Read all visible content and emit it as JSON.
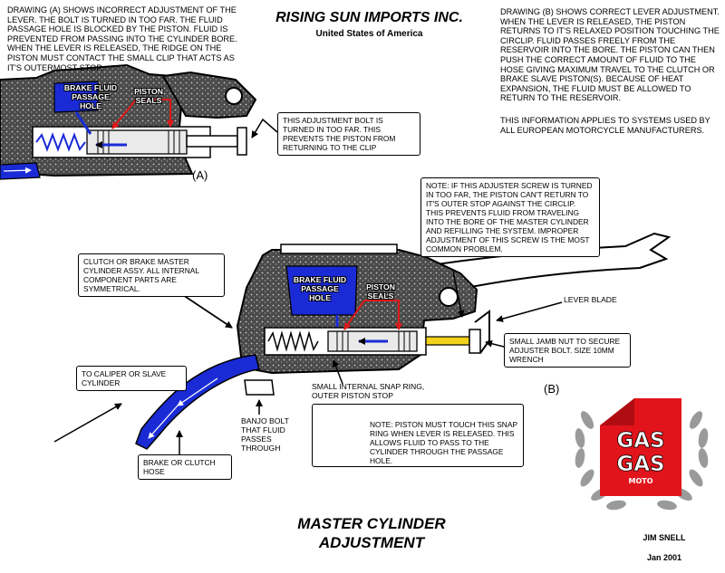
{
  "header": {
    "company": "RISING SUN IMPORTS INC.",
    "country": "United States of America"
  },
  "drawing_a": {
    "description": "DRAWING (A) SHOWS INCORRECT ADJUSTMENT OF THE LEVER.  THE BOLT IS TURNED IN TOO FAR. THE FLUID PASSAGE HOLE IS BLOCKED BY THE PISTON. FLUID IS PREVENTED FROM PASSING INTO THE CYLINDER BORE. WHEN THE LEVER IS RELEASED, THE RIDGE ON THE PISTON MUST CONTACT THE SMALL CLIP THAT ACTS AS IT'S OUTERMOST STOP.",
    "label": "(A)",
    "passage_hole_label": "BRAKE FLUID\nPASSAGE\nHOLE",
    "piston_seals_label": "PISTON\nSEALS",
    "bolt_note": "THIS ADJUSTMENT BOLT IS TURNED IN TOO FAR. THIS PREVENTS THE PISTON FROM RETURNING TO THE CLIP"
  },
  "drawing_b": {
    "description": "DRAWING (B) SHOWS CORRECT LEVER ADJUSTMENT. WHEN THE LEVER IS RELEASED, THE PISTON RETURNS TO IT'S RELAXED POSITION TOUCHING THE CIRCLIP. FLUID PASSES FREELY FROM THE RESERVOIR INTO THE BORE. THE PISTON CAN THEN PUSH THE CORRECT AMOUNT OF FLUID TO THE HOSE GIVING MAXIMUM TRAVEL TO THE CLUTCH OR BRAKE SLAVE PISTON(S). BECAUSE OF HEAT EXPANSION, THE FLUID MUST BE ALLOWED TO RETURN TO THE RESERVOIR.",
    "applies_note": "THIS INFORMATION APPLIES TO SYSTEMS USED BY ALL EUROPEAN MOTORCYCLE MANUFACTURERS.",
    "label": "(B)",
    "adjuster_note": "NOTE: IF THIS ADJUSTER SCREW IS TURNED IN TOO FAR, THE PISTON CAN'T RETURN TO IT'S OUTER STOP AGAINST THE CIRCLIP. THIS PREVENTS FLUID FROM TRAVELING INTO THE BORE OF THE MASTER CYLINDER AND REFILLING THE SYSTEM. IMPROPER ADJUSTMENT OF THIS SCREW IS THE MOST COMMON PROBLEM.",
    "assembly_note": "CLUTCH OR BRAKE MASTER CYLINDER ASSY. ALL INTERNAL COMPONENT PARTS ARE SYMMETRICAL.",
    "passage_hole_label": "BRAKE FLUID\nPASSAGE\nHOLE",
    "piston_seals_label": "PISTON\nSEALS",
    "lever_blade_label": "LEVER BLADE",
    "jamb_nut_note": "SMALL JAMB NUT TO SECURE ADJUSTER BOLT. SIZE 10mm WRENCH",
    "caliper_note": "TO CALIPER OR SLAVE CYLINDER",
    "snap_ring_label": "SMALL INTERNAL SNAP RING,\nOUTER PISTON STOP",
    "snap_ring_note": "NOTE: PISTON MUST TOUCH THIS SNAP RING WHEN LEVER IS RELEASED. THIS ALLOWS FLUID TO PASS TO THE CYLINDER THROUGH THE PASSAGE HOLE.",
    "banjo_bolt_label": "BANJO BOLT\nTHAT FLUID\nPASSES\nTHROUGH",
    "hose_note": "BRAKE OR CLUTCH\nHOSE"
  },
  "footer": {
    "title": "MASTER CYLINDER\nADJUSTMENT",
    "author": "JIM SNELL",
    "date": "Jan 2001"
  },
  "logo": {
    "line1": "GAS",
    "line2": "GAS",
    "line3": "MOTO"
  },
  "colors": {
    "fluid_blue": "#1a2bd6",
    "arrow_red": "#e01818",
    "logo_red": "#e2141b",
    "laurel_gray": "#9a9a9a",
    "adjuster_yellow": "#f2d21a"
  }
}
